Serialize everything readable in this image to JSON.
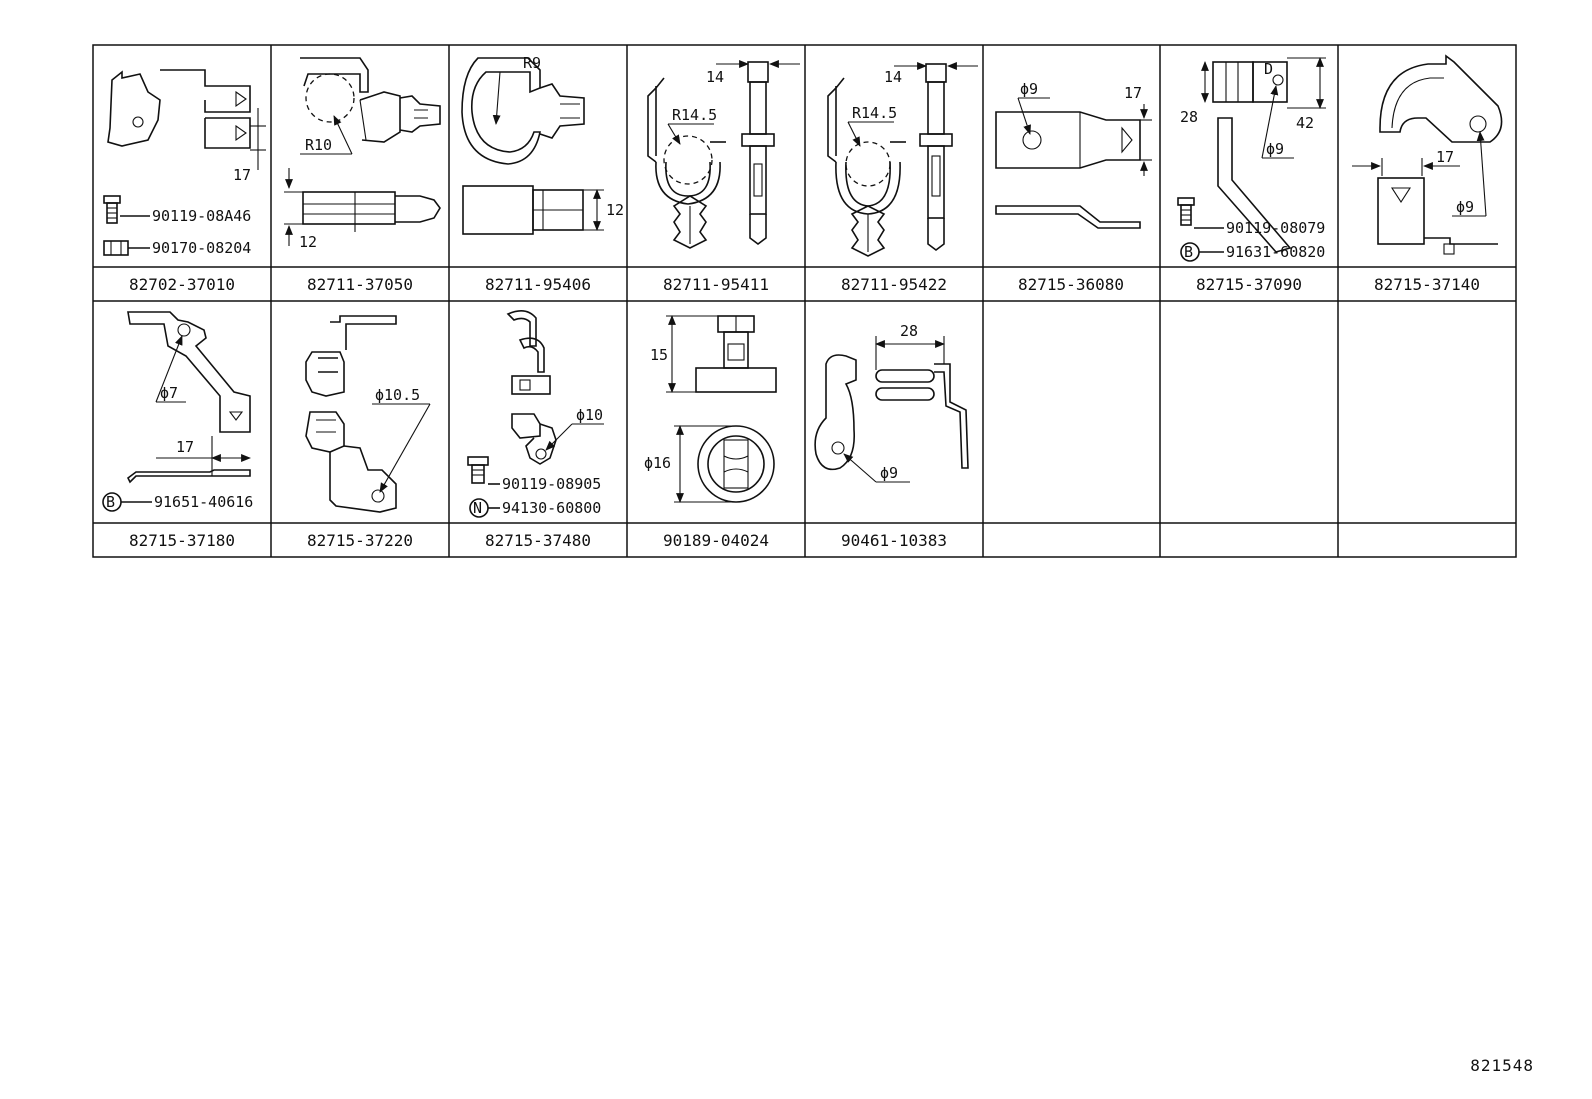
{
  "diagram_id": "821548",
  "cells": [
    {
      "part_no": "82702-37010",
      "subparts": [
        {
          "symbol": "bolt-icon",
          "no": "90119-08A46"
        },
        {
          "symbol": "nut-icon",
          "no": "90170-08204"
        }
      ],
      "dims": [
        "17"
      ]
    },
    {
      "part_no": "82711-37050",
      "subparts": [],
      "dims": [
        "R10",
        "12"
      ]
    },
    {
      "part_no": "82711-95406",
      "subparts": [],
      "dims": [
        "R9",
        "12"
      ]
    },
    {
      "part_no": "82711-95411",
      "subparts": [],
      "dims": [
        "14",
        "R14.5"
      ]
    },
    {
      "part_no": "82711-95422",
      "subparts": [],
      "dims": [
        "14",
        "R14.5"
      ]
    },
    {
      "part_no": "82715-36080",
      "subparts": [],
      "dims": [
        "ϕ9",
        "17"
      ]
    },
    {
      "part_no": "82715-37090",
      "subparts": [
        {
          "symbol": "bolt-icon",
          "no": "90119-08079"
        },
        {
          "symbol": "B",
          "no": "91631-60820"
        }
      ],
      "dims": [
        "28",
        "42",
        "ϕ9"
      ]
    },
    {
      "part_no": "82715-37140",
      "subparts": [],
      "dims": [
        "17",
        "ϕ9"
      ]
    },
    {
      "part_no": "82715-37180",
      "subparts": [
        {
          "symbol": "B",
          "no": "91651-40616"
        }
      ],
      "dims": [
        "ϕ7",
        "17"
      ]
    },
    {
      "part_no": "82715-37220",
      "subparts": [],
      "dims": [
        "ϕ10.5"
      ]
    },
    {
      "part_no": "82715-37480",
      "subparts": [
        {
          "symbol": "bolt-icon",
          "no": "90119-08905"
        },
        {
          "symbol": "N",
          "no": "94130-60800"
        }
      ],
      "dims": [
        "ϕ10"
      ]
    },
    {
      "part_no": "90189-04024",
      "subparts": [],
      "dims": [
        "15",
        "ϕ16"
      ]
    },
    {
      "part_no": "90461-10383",
      "subparts": [],
      "dims": [
        "28",
        "ϕ9"
      ]
    },
    {
      "part_no": "",
      "subparts": [],
      "dims": []
    },
    {
      "part_no": "",
      "subparts": [],
      "dims": []
    },
    {
      "part_no": "",
      "subparts": [],
      "dims": []
    }
  ]
}
